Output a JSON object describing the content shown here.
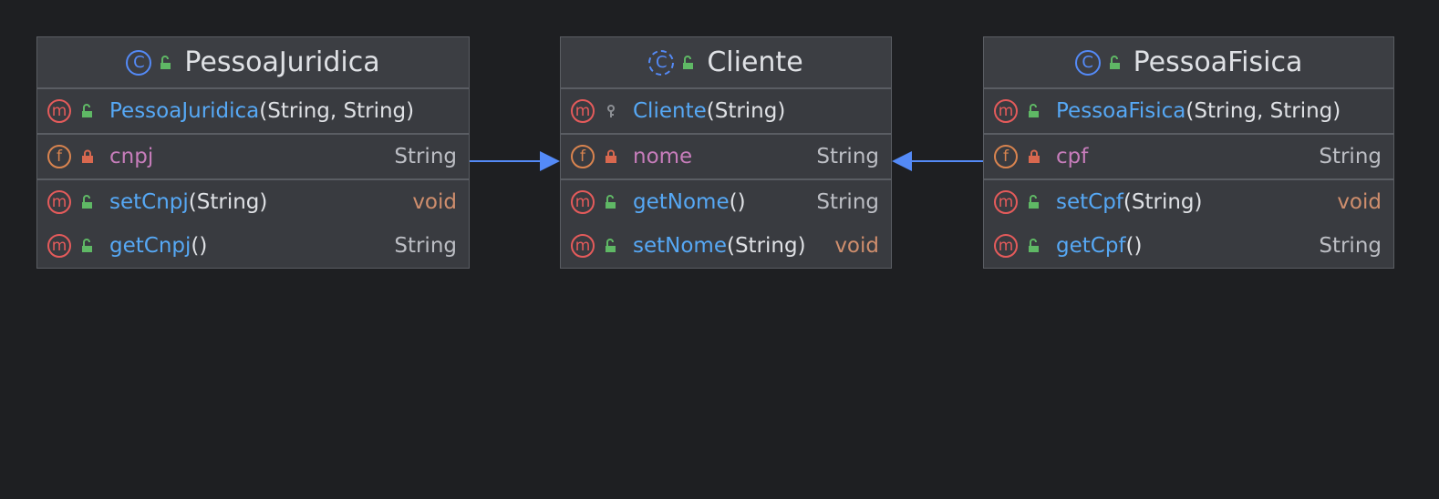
{
  "colors": {
    "background": "#1e1f22",
    "method_badge": "#e55b5b",
    "field_badge": "#d9844f",
    "class_badge": "#548af7",
    "public_icon": "#5fb865",
    "private_icon": "#d9684f",
    "arrow": "#548af7"
  },
  "classes": {
    "pessoa_juridica": {
      "icon": "C",
      "title": "PessoaJuridica",
      "constructor": {
        "badge": "m",
        "name": "PessoaJuridica",
        "params": "(String, String)"
      },
      "field": {
        "badge": "f",
        "name": "cnpj",
        "type": "String"
      },
      "methods": [
        {
          "badge": "m",
          "name": "setCnpj",
          "params": "(String)",
          "type": "void"
        },
        {
          "badge": "m",
          "name": "getCnpj",
          "params": "()",
          "type": "String"
        }
      ]
    },
    "cliente": {
      "icon": "C",
      "title": "Cliente",
      "constructor": {
        "badge": "m",
        "name": "Cliente",
        "params": "(String)"
      },
      "field": {
        "badge": "f",
        "name": "nome",
        "type": "String"
      },
      "methods": [
        {
          "badge": "m",
          "name": "getNome",
          "params": "()",
          "type": "String"
        },
        {
          "badge": "m",
          "name": "setNome",
          "params": "(String)",
          "type": "void"
        }
      ]
    },
    "pessoa_fisica": {
      "icon": "C",
      "title": "PessoaFisica",
      "constructor": {
        "badge": "m",
        "name": "PessoaFisica",
        "params": "(String, String)"
      },
      "field": {
        "badge": "f",
        "name": "cpf",
        "type": "String"
      },
      "methods": [
        {
          "badge": "m",
          "name": "setCpf",
          "params": "(String)",
          "type": "void"
        },
        {
          "badge": "m",
          "name": "getCpf",
          "params": "()",
          "type": "String"
        }
      ]
    }
  },
  "relations": [
    {
      "from": "PessoaJuridica",
      "to": "Cliente",
      "kind": "inheritance-arrow"
    },
    {
      "from": "PessoaFisica",
      "to": "Cliente",
      "kind": "inheritance-arrow"
    }
  ]
}
